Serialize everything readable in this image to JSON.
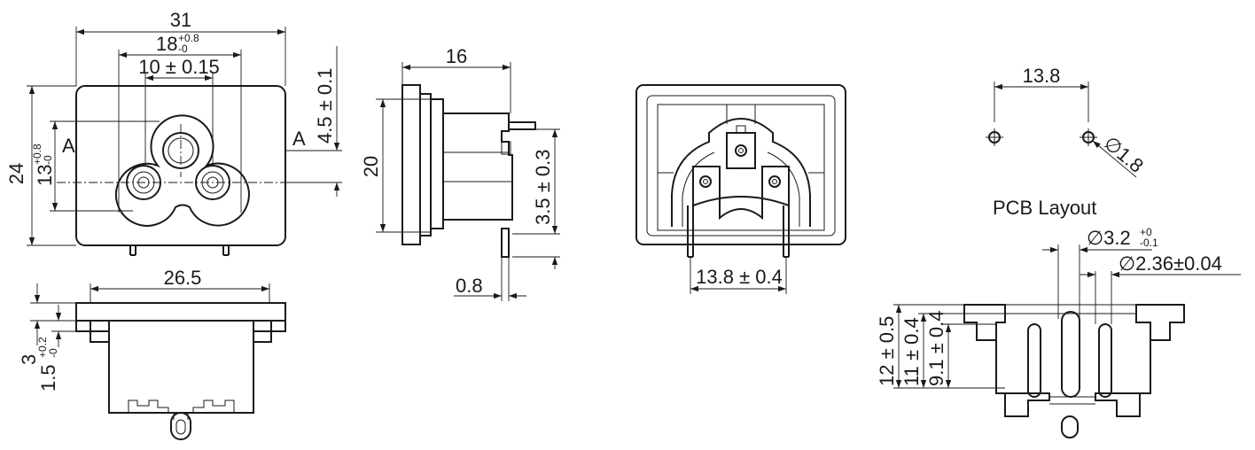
{
  "front_view": {
    "width": "31",
    "pin_spread_main": "18",
    "pin_spread_main_tol_upper": "+0.8",
    "pin_spread_main_tol_lower": "-0",
    "pin_spread_inner": "10 ± 0.15",
    "height": "24",
    "hole_offset": "13",
    "hole_offset_tol_upper": "+0.8",
    "hole_offset_tol_lower": "-0",
    "top_offset": "4.5 ± 0.1",
    "section_left": "A",
    "section_right": "A"
  },
  "bottom_view": {
    "width": "26.5",
    "thickness": "3",
    "flange": "1.5",
    "flange_tol_upper": "+0.2",
    "flange_tol_lower": "-0"
  },
  "side_view": {
    "depth": "16",
    "height": "20",
    "pin_offset": "3.5 ± 0.3",
    "pin_thickness": "0.8"
  },
  "rear_view": {
    "pin_spacing": "13.8 ± 0.4"
  },
  "pcb_layout": {
    "title": "PCB Layout",
    "hole_spacing": "13.8",
    "hole_diameter": "∅1.8"
  },
  "section_view": {
    "contact_diameter": "∅3.2",
    "contact_tol_upper": "+0",
    "contact_tol_lower": "-0.1",
    "pin_diameter": "∅2.36±0.04",
    "height_overall": "12 ± 0.5",
    "height_mid": "11 ± 0.4",
    "height_inner": "9.1 ± 0.4"
  }
}
